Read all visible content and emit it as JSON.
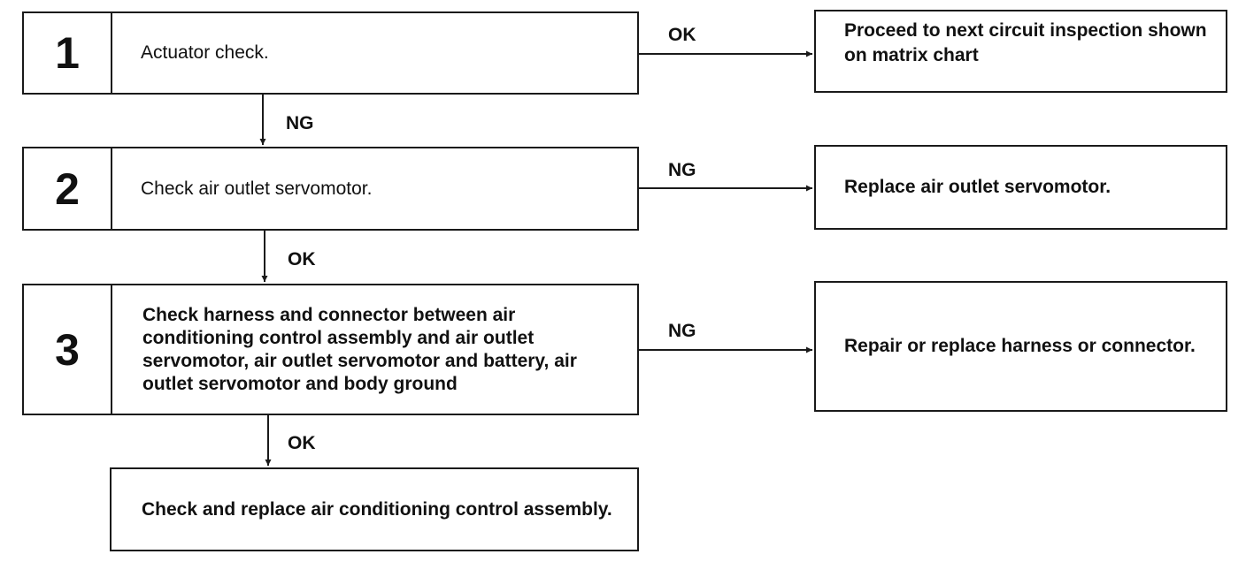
{
  "steps": [
    {
      "number": "1",
      "text": "Actuator check."
    },
    {
      "number": "2",
      "text": "Check air outlet servomotor."
    },
    {
      "number": "3",
      "text": "Check harness and connector between air conditioning control assembly and air outlet servomotor, air outlet servomotor and battery, air outlet servomotor and body ground"
    }
  ],
  "outcomes": [
    {
      "text": "Proceed to next circuit inspection shown on matrix chart"
    },
    {
      "text": "Replace air outlet servomotor."
    },
    {
      "text": "Repair or replace harness or connector."
    },
    {
      "text": "Check and replace air conditioning control assembly."
    }
  ],
  "branch_labels": {
    "step1_right": "OK",
    "step1_down": "NG",
    "step2_right": "NG",
    "step2_down": "OK",
    "step3_right": "NG",
    "step3_down": "OK"
  }
}
